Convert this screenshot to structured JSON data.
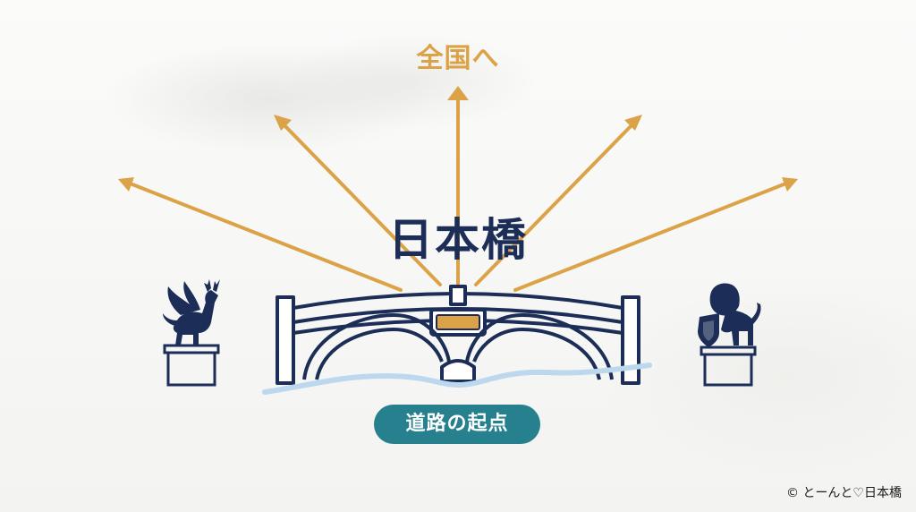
{
  "top_label": "全国へ",
  "title": "日本橋",
  "badge": "道路の起点",
  "credit": "© とーんと♡日本橋",
  "icons": [
    "kirin-statue-icon",
    "bridge-icon",
    "lion-statue-icon",
    "arrow-icon"
  ],
  "colors": {
    "arrow": "#dba247",
    "navy": "#1c2d57",
    "badge": "#26808d",
    "water": "#bcd8ee"
  }
}
